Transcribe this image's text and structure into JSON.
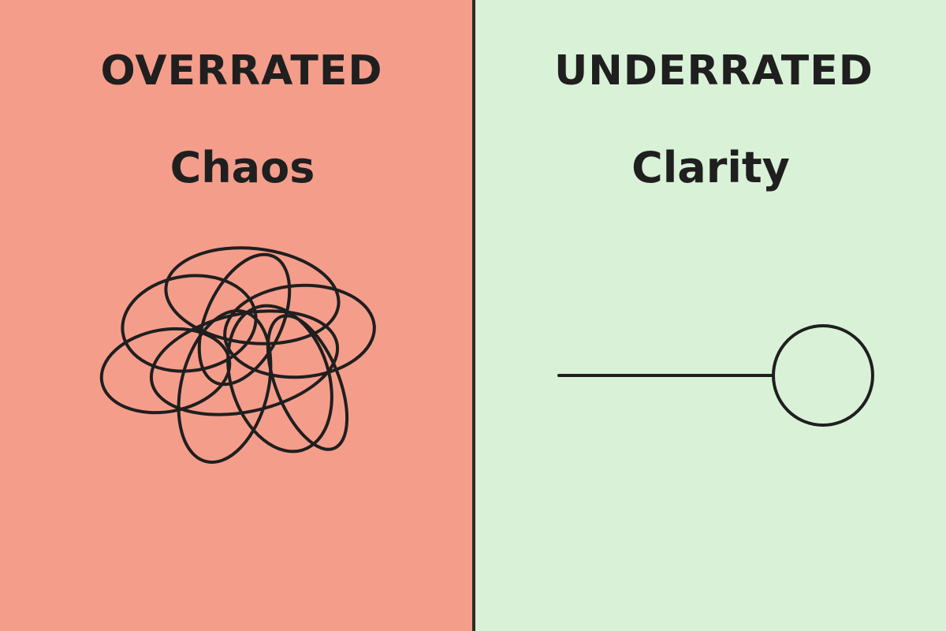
{
  "left_panel": {
    "verdict": "OVERRATED",
    "subject": "Chaos",
    "background": "#f59d8b",
    "illustration_icon": "tangled-scribble-icon"
  },
  "right_panel": {
    "verdict": "UNDERRATED",
    "subject": "Clarity",
    "background": "#d9f2d7",
    "illustration_icon": "line-to-circle-icon"
  },
  "divider_color": "#2b2b2b",
  "ink_color": "#1f1f1f"
}
